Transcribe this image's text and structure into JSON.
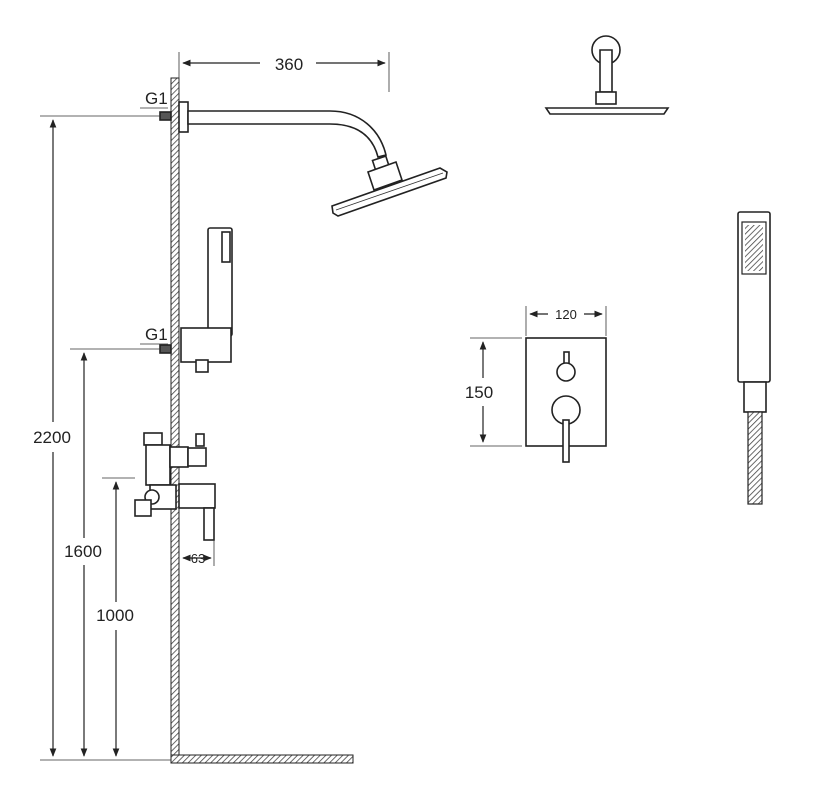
{
  "labels": {
    "thread_top": "G1",
    "thread_mid": "G1",
    "arm_length": "360",
    "height_head": "2200",
    "height_holder": "1600",
    "height_valve": "1000",
    "wall_offset": "63",
    "plate_width": "120",
    "plate_height": "150"
  },
  "colors": {
    "line": "#222222",
    "wall_hatch": "#444444"
  }
}
